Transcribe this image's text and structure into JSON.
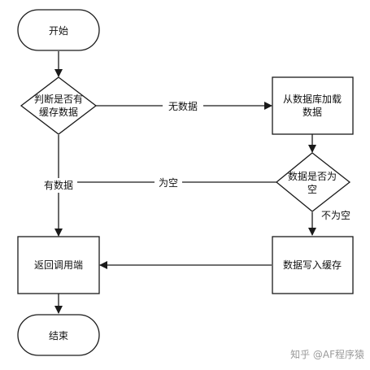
{
  "nodes": {
    "start": "开始",
    "decision1_line1": "判断是否有",
    "decision1_line2": "缓存数据",
    "load_line1": "从数据库加载",
    "load_line2": "数据",
    "decision2_line1": "数据是否为",
    "decision2_line2": "空",
    "write_cache": "数据写入缓存",
    "return_caller": "返回调用端",
    "end": "结束"
  },
  "edges": {
    "no_data": "无数据",
    "has_data": "有数据",
    "is_empty": "为空",
    "not_empty": "不为空"
  },
  "watermark": "知乎 @AF程序猿",
  "colors": {
    "stroke": "#1a1a1a",
    "text": "#111111",
    "watermark": "#9a9a9a"
  }
}
